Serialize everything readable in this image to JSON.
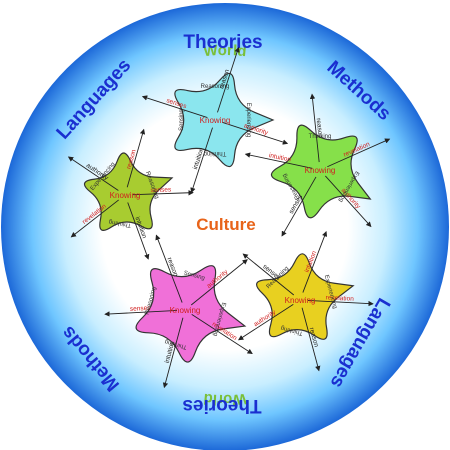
{
  "colors": {
    "ring_outer": "#1e6fe0",
    "ring_inner": "#7fd0ff",
    "center_bg": "#ffffff",
    "ring_text": "#1a2fd0",
    "world_text": "#7abf3a",
    "culture_text": "#e8641a",
    "cyan_blob": "#8be6ee",
    "green_blob": "#86e04a",
    "olive_blob": "#a8cc30",
    "magenta_blob": "#f070d8",
    "yellow_blob": "#e8d020",
    "red_text": "#d02020"
  },
  "world_labels": {
    "top": "World",
    "bottom": "World"
  },
  "ring_labels": {
    "top": "Theories",
    "upper_right": "Methods",
    "upper_left": "Languages",
    "lower_right": "Languages",
    "lower_left": "Methods",
    "bottom": "Theories"
  },
  "center_label": "Culture",
  "blobs": {
    "cyan": {
      "center_word": "Knowing",
      "arrows": [
        "authority",
        "intuition",
        "senses",
        "reason"
      ],
      "sub": [
        "Experiencing",
        "Thinking",
        "Sensing",
        "Reasoning"
      ]
    },
    "green": {
      "center_word": "Knowing",
      "arrows": [
        "authority",
        "senses",
        "intuition",
        "reason",
        "revelation"
      ],
      "sub": [
        "Experiencing",
        "Reasoning",
        "Thinking"
      ]
    },
    "olive": {
      "center_word": "Knowing",
      "arrows": [
        "senses",
        "intuition",
        "revelation",
        "authority",
        "reason"
      ],
      "sub": [
        "Reasoning",
        "Thinking",
        "Experiencing"
      ]
    },
    "magenta": {
      "center_word": "Knowing",
      "arrows": [
        "revelation",
        "intuition",
        "senses",
        "reason",
        "authority"
      ],
      "sub": [
        "Experiencing",
        "Thinking",
        "Reasoning",
        "Sensing"
      ]
    },
    "yellow": {
      "center_word": "Knowing",
      "arrows": [
        "revelation",
        "reason",
        "authority",
        "senses",
        "intuition"
      ],
      "sub": [
        "Experiencing",
        "Thinking",
        "Reasoning"
      ]
    }
  }
}
